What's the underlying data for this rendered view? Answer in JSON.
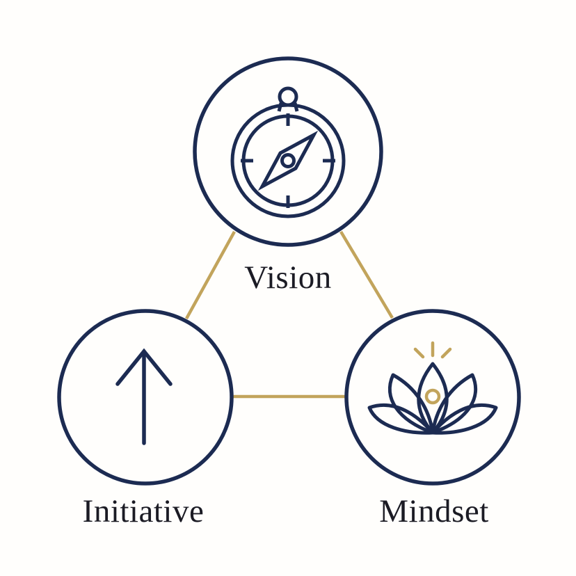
{
  "diagram": {
    "type": "triangle-concept-diagram",
    "background_color": "#fffefc",
    "colors": {
      "navy": "#1c2b52",
      "gold": "#c2a45c",
      "label": "#1b1b24",
      "bg": "#fffefc"
    },
    "nodes": [
      {
        "id": "vision",
        "label": "Vision",
        "icon": "compass-icon",
        "position": "top"
      },
      {
        "id": "initiative",
        "label": "Initiative",
        "icon": "up-arrow-icon",
        "position": "bottom-left"
      },
      {
        "id": "mindset",
        "label": "Mindset",
        "icon": "lotus-icon",
        "position": "bottom-right"
      }
    ],
    "connections": [
      {
        "from": "vision",
        "to": "initiative"
      },
      {
        "from": "vision",
        "to": "mindset"
      },
      {
        "from": "initiative",
        "to": "mindset"
      }
    ]
  }
}
